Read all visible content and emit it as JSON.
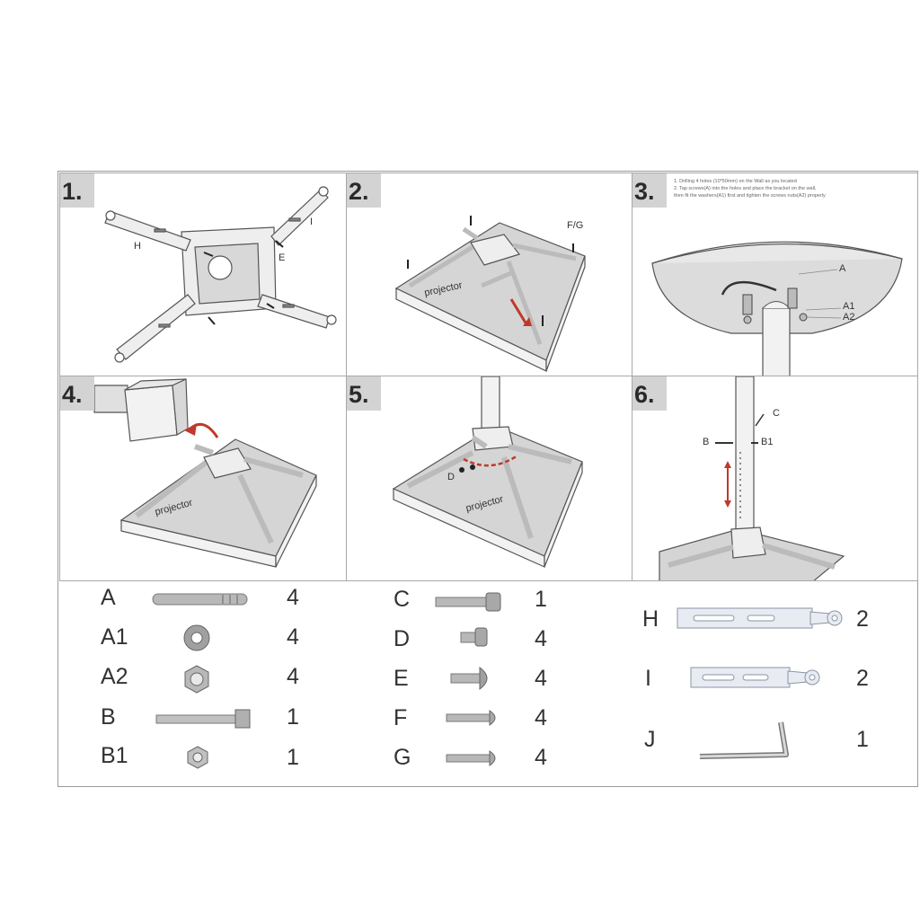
{
  "steps": [
    {
      "number": "1.",
      "labels": {
        "h": "H",
        "i": "I",
        "e": "E"
      }
    },
    {
      "number": "2.",
      "labels": {
        "fg": "F/G",
        "projector": "projector"
      }
    },
    {
      "number": "3.",
      "note": [
        "1. Drilling 4 holes (10*50mm) on the Wall as you located",
        "2. Tap screws(A) into the holes and place the bracket on the wall,",
        "then fit the washers(A1) first and tighten the screws nuts(A2) properly"
      ],
      "labels": {
        "a": "A",
        "a1": "A1",
        "a2": "A2"
      }
    },
    {
      "number": "4.",
      "labels": {
        "projector": "projector"
      }
    },
    {
      "number": "5.",
      "labels": {
        "d": "D",
        "projector": "projector"
      }
    },
    {
      "number": "6.",
      "labels": {
        "c": "C",
        "b": "B",
        "b1": "B1"
      }
    }
  ],
  "parts": [
    {
      "label": "A",
      "qty": "4",
      "icon": "long-bolt-icon"
    },
    {
      "label": "A1",
      "qty": "4",
      "icon": "washer-icon"
    },
    {
      "label": "A2",
      "qty": "4",
      "icon": "hex-nut-icon"
    },
    {
      "label": "B",
      "qty": "1",
      "icon": "hex-bolt-icon"
    },
    {
      "label": "B1",
      "qty": "1",
      "icon": "small-nut-icon"
    },
    {
      "label": "C",
      "qty": "1",
      "icon": "bolt-icon"
    },
    {
      "label": "D",
      "qty": "4",
      "icon": "short-screw-icon"
    },
    {
      "label": "E",
      "qty": "4",
      "icon": "round-screw-icon"
    },
    {
      "label": "F",
      "qty": "4",
      "icon": "screw-icon"
    },
    {
      "label": "G",
      "qty": "4",
      "icon": "screw-icon"
    },
    {
      "label": "H",
      "qty": "2",
      "icon": "bracket-arm-icon"
    },
    {
      "label": "I",
      "qty": "2",
      "icon": "bracket-arm-icon"
    },
    {
      "label": "J",
      "qty": "1",
      "icon": "hex-key-icon"
    }
  ],
  "colors": {
    "arrow": "#c0392b",
    "panel": "#d8d8d8",
    "steel": "#a9a9a9"
  }
}
